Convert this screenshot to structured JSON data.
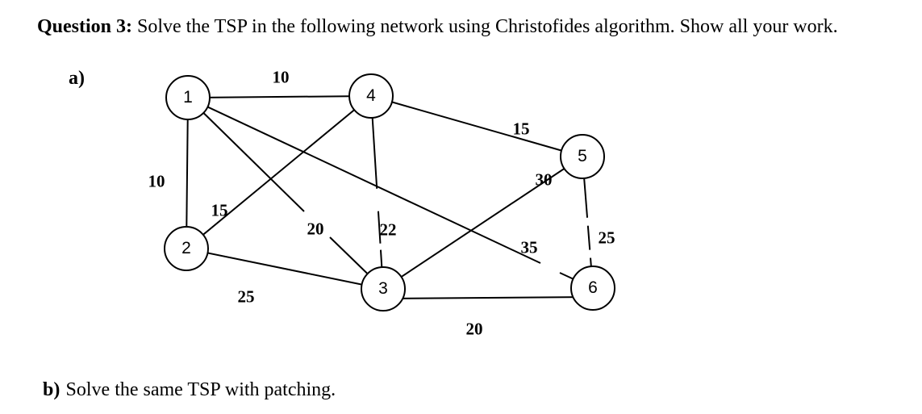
{
  "title": {
    "label": "Question 3:",
    "text": "Solve the TSP in the following network using Christofides algorithm. Show all your work."
  },
  "part_a": {
    "label": "a)"
  },
  "part_b": {
    "label": "b)",
    "text": "Solve the same TSP with patching."
  },
  "graph": {
    "type": "undirected-weighted-network",
    "nodes": [
      {
        "id": "1"
      },
      {
        "id": "2"
      },
      {
        "id": "3"
      },
      {
        "id": "4"
      },
      {
        "id": "5"
      },
      {
        "id": "6"
      }
    ],
    "edges": [
      {
        "from": "1",
        "to": "4",
        "weight": "10"
      },
      {
        "from": "1",
        "to": "2",
        "weight": "10"
      },
      {
        "from": "2",
        "to": "4",
        "weight": "15"
      },
      {
        "from": "1",
        "to": "3",
        "weight": "20"
      },
      {
        "from": "3",
        "to": "4",
        "weight": "22"
      },
      {
        "from": "4",
        "to": "5",
        "weight": "15"
      },
      {
        "from": "3",
        "to": "5",
        "weight": "30"
      },
      {
        "from": "1",
        "to": "6",
        "weight": "35"
      },
      {
        "from": "5",
        "to": "6",
        "weight": "25"
      },
      {
        "from": "2",
        "to": "3",
        "weight": "25"
      },
      {
        "from": "3",
        "to": "6",
        "weight": "20"
      }
    ]
  }
}
